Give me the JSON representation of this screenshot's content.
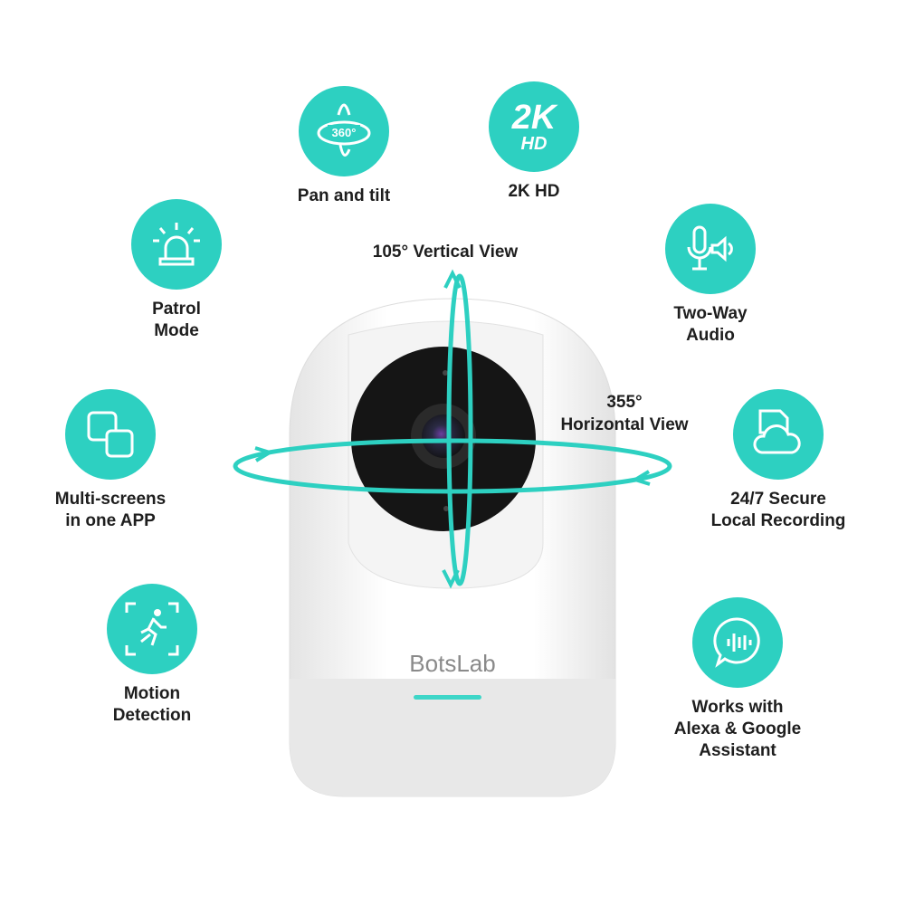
{
  "brand": "BotsLab",
  "accent": "#2dd0c1",
  "annotations": {
    "vertical": "105° Vertical View",
    "horizontal_1": "355°",
    "horizontal_2": "Horizontal View"
  },
  "features": [
    {
      "icon": "rotate-360-icon",
      "icon_text": "360°",
      "lines": [
        "Pan and tilt"
      ]
    },
    {
      "icon": "2k-hd-icon",
      "icon_text": "2K",
      "icon_sub": "HD",
      "lines": [
        "2K HD"
      ]
    },
    {
      "icon": "siren-icon",
      "lines": [
        "Patrol",
        "Mode"
      ]
    },
    {
      "icon": "microphone-speaker-icon",
      "lines": [
        "Two-Way",
        "Audio"
      ]
    },
    {
      "icon": "multi-screen-icon",
      "lines": [
        "Multi-screens",
        "in one APP"
      ]
    },
    {
      "icon": "sd-card-cloud-icon",
      "lines": [
        "24/7 Secure",
        "Local Recording"
      ]
    },
    {
      "icon": "motion-detection-icon",
      "lines": [
        "Motion",
        "Detection"
      ]
    },
    {
      "icon": "voice-assistant-icon",
      "lines": [
        "Works with",
        "Alexa & Google",
        "Assistant"
      ]
    }
  ]
}
